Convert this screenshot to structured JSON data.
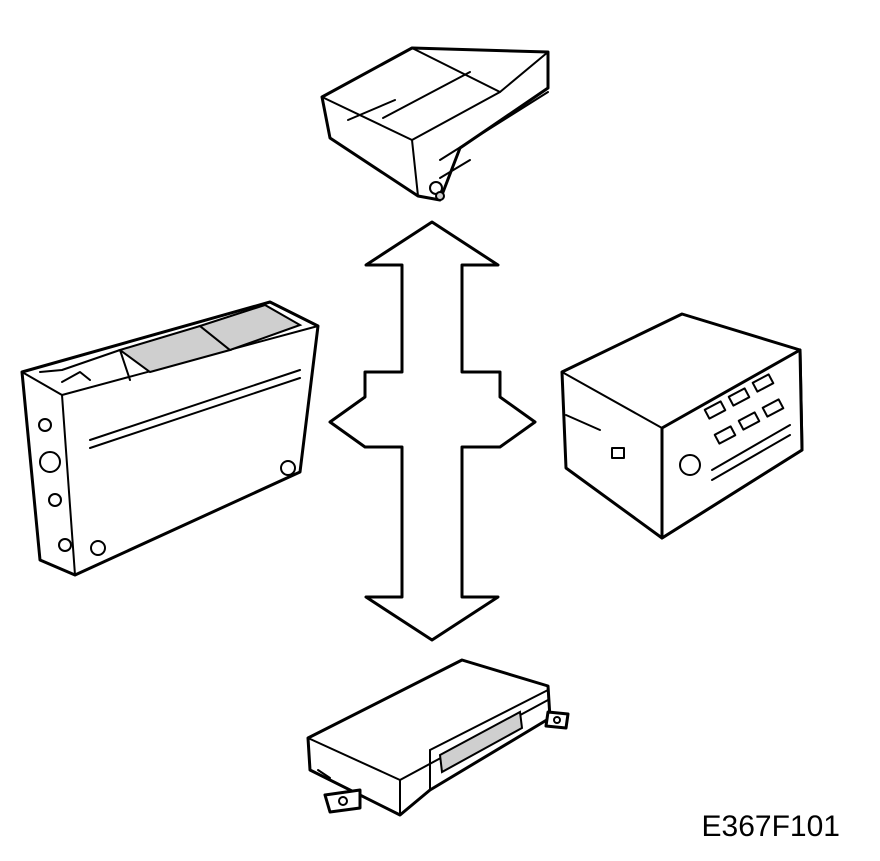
{
  "figure": {
    "code": "E367F101",
    "components": [
      {
        "id": "top-unit",
        "icon": "cd-changer-unit-icon"
      },
      {
        "id": "left-unit",
        "icon": "cd-changer-magazine-unit-icon"
      },
      {
        "id": "right-unit",
        "icon": "radio-head-unit-icon"
      },
      {
        "id": "bottom-unit",
        "icon": "amplifier-module-icon"
      }
    ],
    "connector": {
      "icon": "four-way-arrow-icon"
    }
  }
}
